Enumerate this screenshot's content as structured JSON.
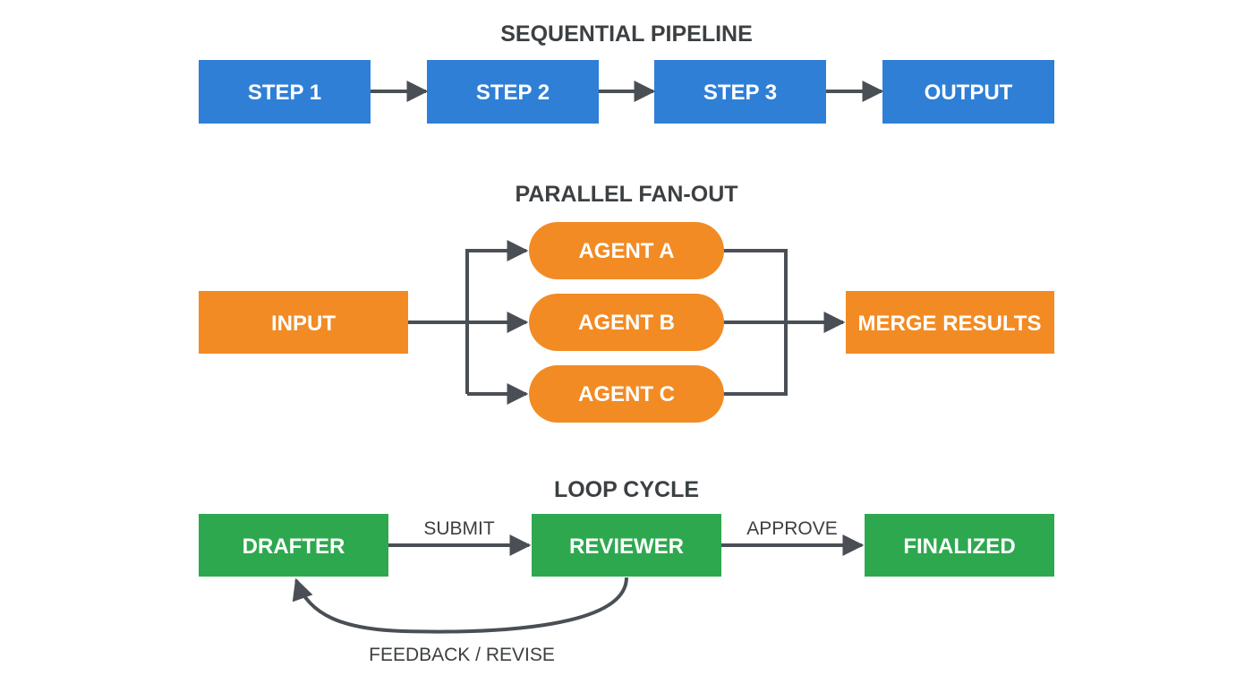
{
  "colors": {
    "blue": "#2f7fd6",
    "orange": "#f28b24",
    "green": "#2ea84f",
    "connector": "#4a4f55",
    "title_text": "#3c4043"
  },
  "sequential": {
    "title": "SEQUENTIAL PIPELINE",
    "nodes": [
      "STEP 1",
      "STEP 2",
      "STEP 3",
      "OUTPUT"
    ]
  },
  "parallel": {
    "title": "PARALLEL FAN-OUT",
    "input": "INPUT",
    "agents": [
      "AGENT A",
      "AGENT B",
      "AGENT C"
    ],
    "merge": "MERGE RESULTS"
  },
  "loop": {
    "title": "LOOP CYCLE",
    "drafter": "DRAFTER",
    "reviewer": "REVIEWER",
    "finalized": "FINALIZED",
    "submit_label": "SUBMIT",
    "approve_label": "APPROVE",
    "feedback_label": "FEEDBACK / REVISE"
  }
}
